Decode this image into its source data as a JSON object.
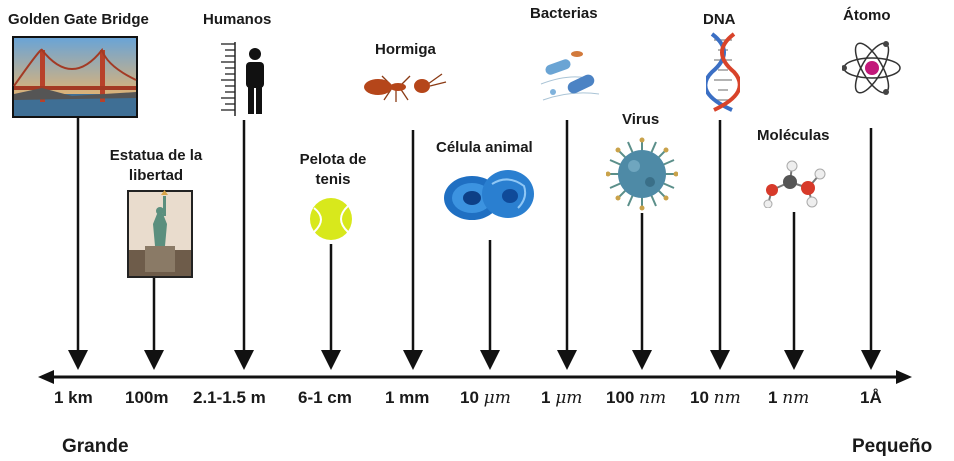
{
  "objects": [
    {
      "label": "Golden Gate Bridge",
      "icon": "golden-gate-bridge-icon"
    },
    {
      "label": "Estatua de la libertad",
      "icon": "statue-of-liberty-icon"
    },
    {
      "label": "Humanos",
      "icon": "human-icon"
    },
    {
      "label": "Pelota de tenis",
      "icon": "tennis-ball-icon"
    },
    {
      "label": "Hormiga",
      "icon": "ant-icon"
    },
    {
      "label": "Célula animal",
      "icon": "animal-cell-icon"
    },
    {
      "label": "Bacterias",
      "icon": "bacteria-icon"
    },
    {
      "label": "Virus",
      "icon": "virus-icon"
    },
    {
      "label": "DNA",
      "icon": "dna-icon"
    },
    {
      "label": "Moléculas",
      "icon": "molecule-icon"
    },
    {
      "label": "Átomo",
      "icon": "atom-icon"
    }
  ],
  "scale": [
    {
      "num": "1 km",
      "unit": ""
    },
    {
      "num": "100m",
      "unit": ""
    },
    {
      "num": "2.1-1.5 m",
      "unit": ""
    },
    {
      "num": "6-1 cm",
      "unit": ""
    },
    {
      "num": "1 mm",
      "unit": ""
    },
    {
      "num": "10 ",
      "unit": "μm"
    },
    {
      "num": "1 ",
      "unit": "μm"
    },
    {
      "num": "100 ",
      "unit": "nm"
    },
    {
      "num": "10 ",
      "unit": "nm"
    },
    {
      "num": "1 ",
      "unit": "nm"
    },
    {
      "num": "1Å",
      "unit": ""
    }
  ],
  "ends": {
    "left": "Grande",
    "right": "Pequeño"
  },
  "colors": {
    "line": "#111111",
    "tennis": "#d8e81c",
    "cell": "#2a7fd0",
    "virus": "#4e8aa6",
    "ant": "#b5461a",
    "dna_a": "#3b6fc4",
    "dna_b": "#d8432a"
  }
}
